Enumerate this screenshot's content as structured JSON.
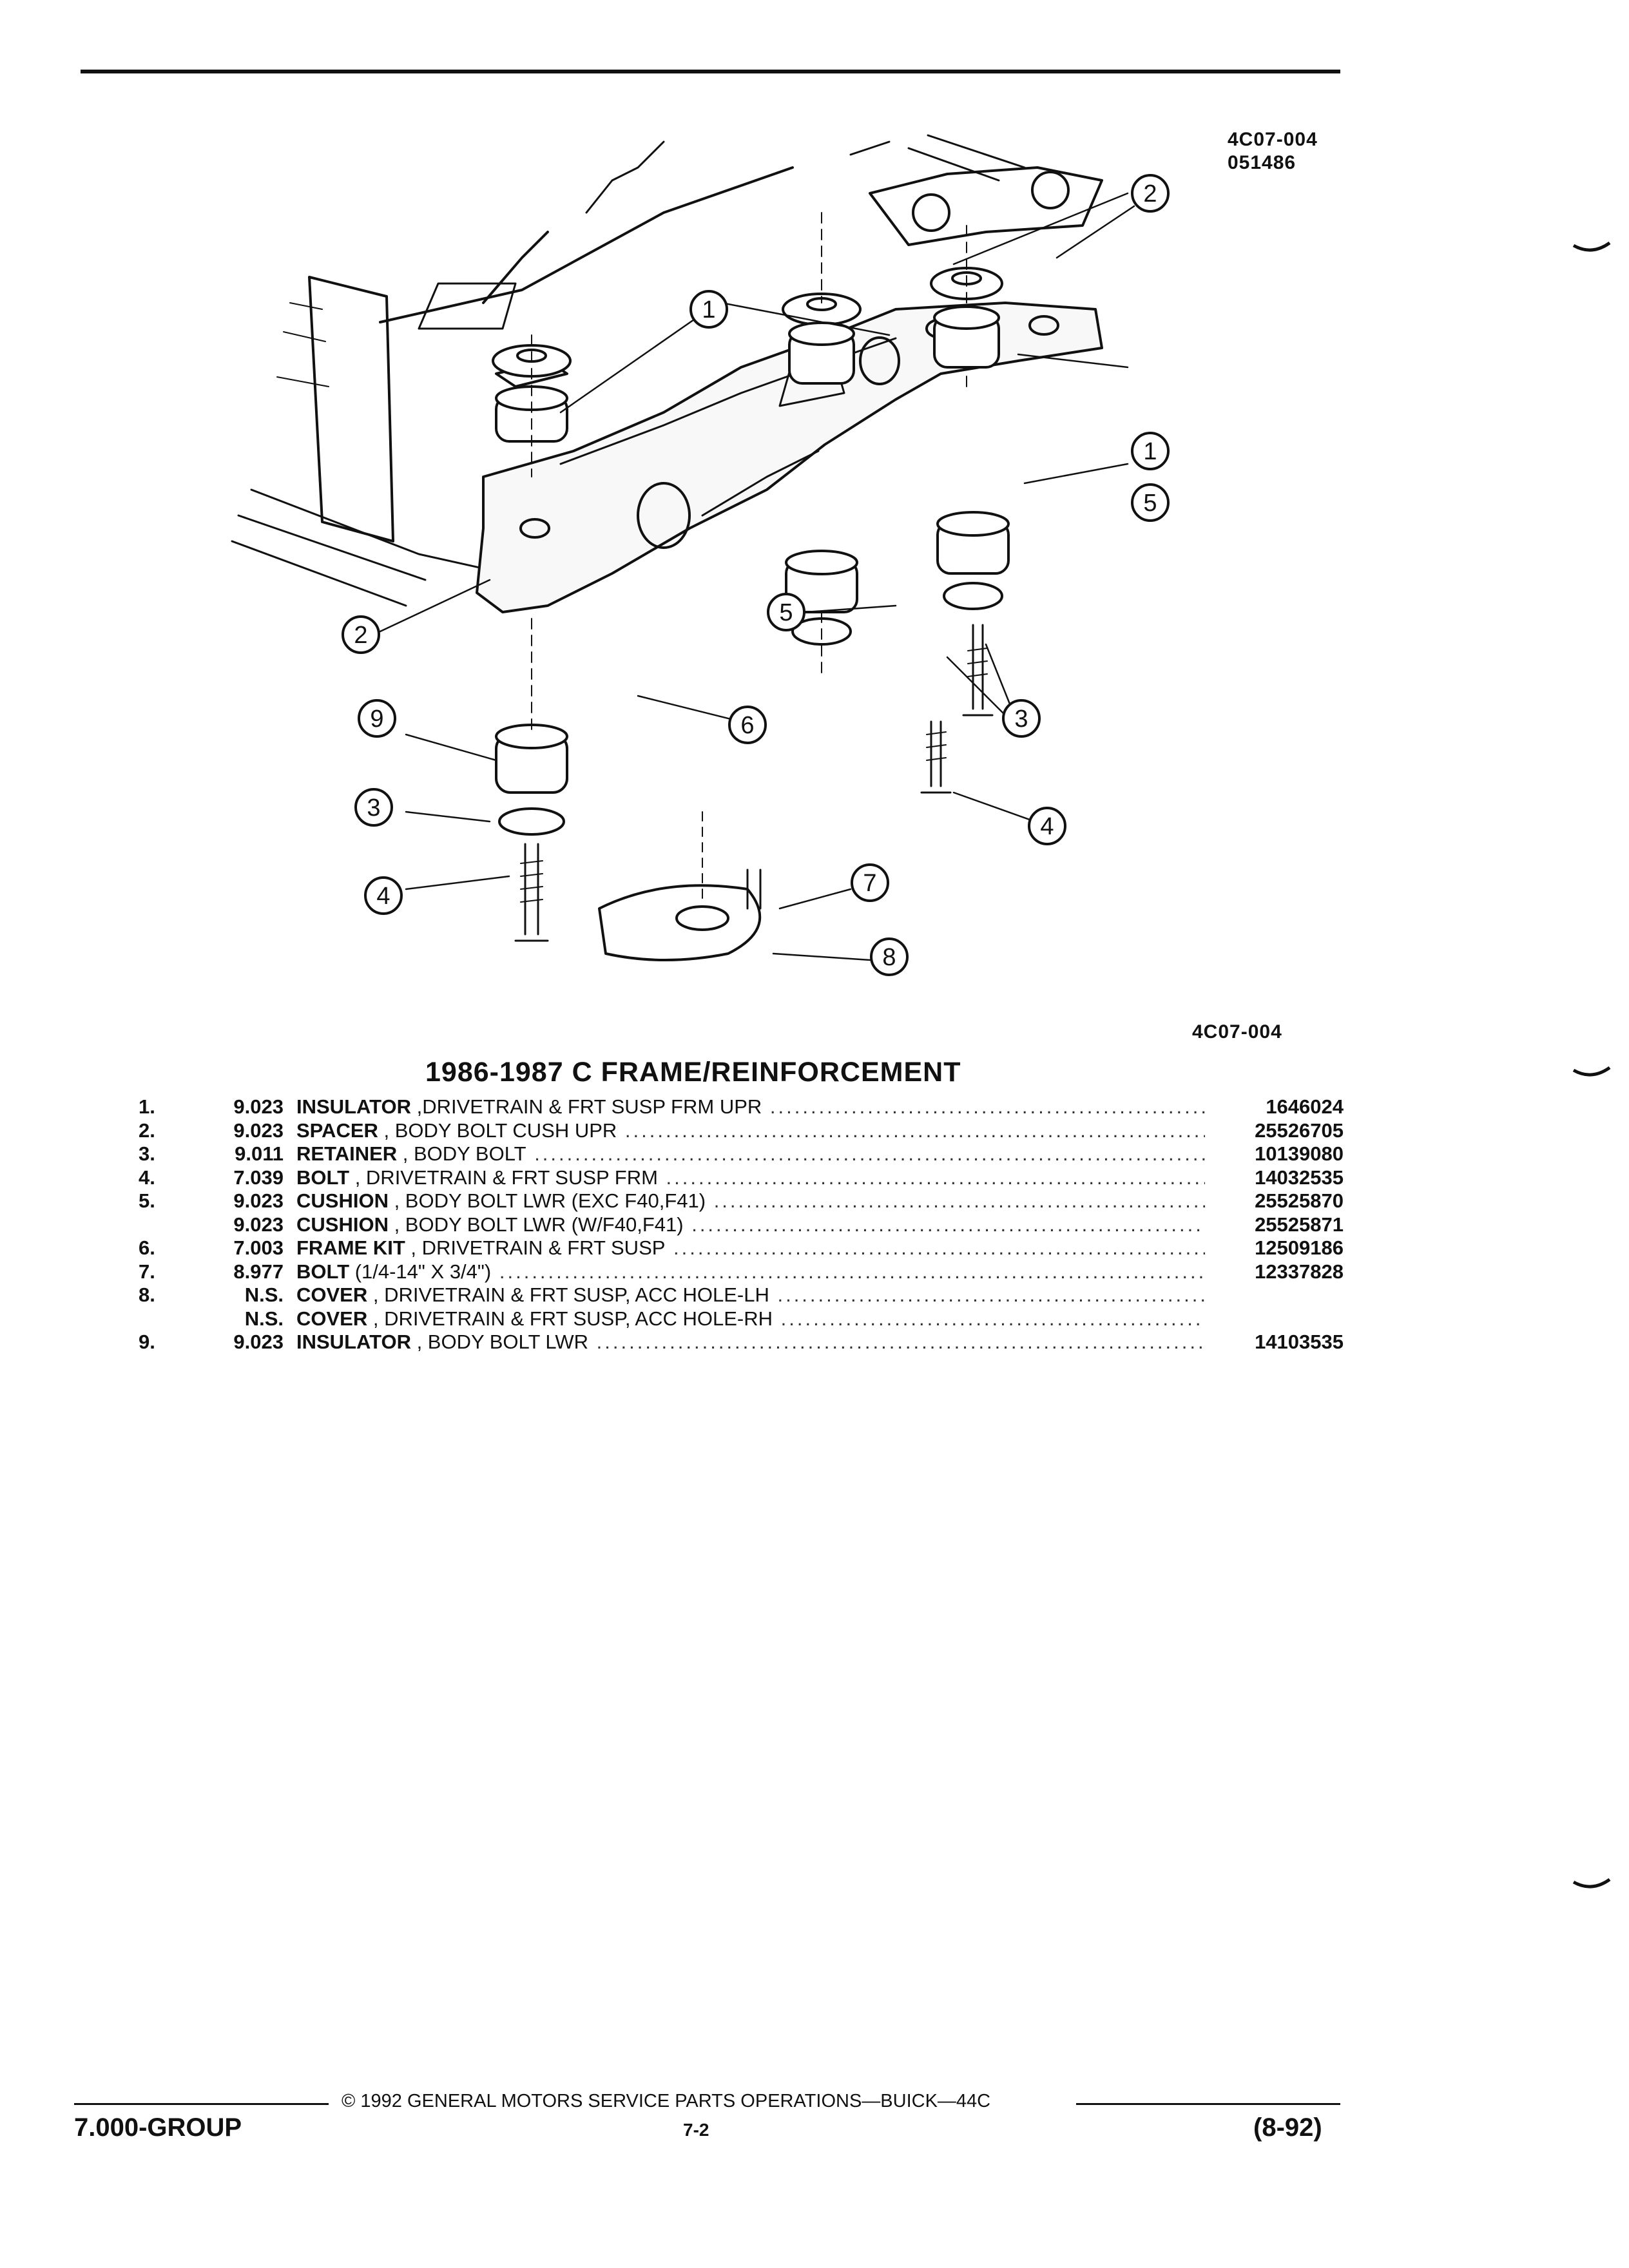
{
  "figure": {
    "code_top": "4C07-004",
    "date_code": "051486",
    "code_bottom": "4C07-004",
    "callouts": [
      "1",
      "2",
      "3",
      "4",
      "5",
      "6",
      "7",
      "8",
      "9"
    ]
  },
  "section_title": "1986-1987 C FRAME/REINFORCEMENT",
  "parts": [
    {
      "num": "1.",
      "group": "9.023",
      "name": "INSULATOR",
      "detail": " ,DRIVETRAIN & FRT SUSP FRM UPR",
      "part_no": "1646024"
    },
    {
      "num": "2.",
      "group": "9.023",
      "name": "SPACER",
      "detail": " , BODY BOLT CUSH UPR",
      "part_no": "25526705"
    },
    {
      "num": "3.",
      "group": "9.011",
      "name": "RETAINER",
      "detail": " , BODY BOLT",
      "part_no": "10139080"
    },
    {
      "num": "4.",
      "group": "7.039",
      "name": "BOLT",
      "detail": " , DRIVETRAIN & FRT SUSP FRM",
      "part_no": "14032535"
    },
    {
      "num": "5.",
      "group": "9.023",
      "name": "CUSHION",
      "detail": " , BODY BOLT LWR (EXC F40,F41)",
      "part_no": "25525870"
    },
    {
      "num": "",
      "group": "9.023",
      "name": "CUSHION",
      "detail": " , BODY BOLT LWR (W/F40,F41)",
      "part_no": "25525871"
    },
    {
      "num": "6.",
      "group": "7.003",
      "name": "FRAME KIT",
      "detail": " , DRIVETRAIN & FRT SUSP",
      "part_no": "12509186"
    },
    {
      "num": "7.",
      "group": "8.977",
      "name": "BOLT",
      "detail": " (1/4-14\" X 3/4\")",
      "part_no": "12337828"
    },
    {
      "num": "8.",
      "group": "N.S.",
      "name": "COVER",
      "detail": " , DRIVETRAIN & FRT SUSP, ACC HOLE-LH",
      "part_no": ""
    },
    {
      "num": "",
      "group": "N.S.",
      "name": "COVER",
      "detail": " , DRIVETRAIN & FRT SUSP, ACC HOLE-RH",
      "part_no": ""
    },
    {
      "num": "9.",
      "group": "9.023",
      "name": "INSULATOR",
      "detail": " , BODY BOLT LWR",
      "part_no": "14103535"
    }
  ],
  "footer": {
    "copyright": "© 1992 GENERAL MOTORS SERVICE PARTS OPERATIONS—BUICK—44C",
    "group": "7.000-GROUP",
    "page": "7-2",
    "date": "(8-92)"
  }
}
